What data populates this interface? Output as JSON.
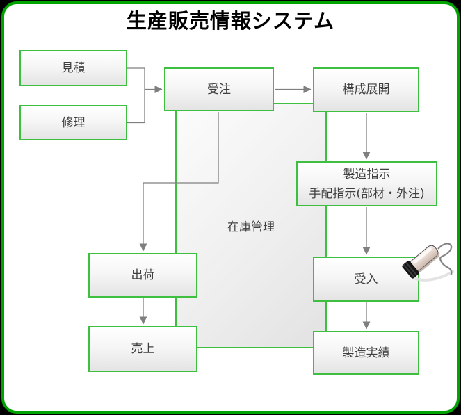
{
  "title": "生産販売情報システム",
  "nodes": {
    "mitsumori": {
      "label": "見積"
    },
    "shuri": {
      "label": "修理"
    },
    "juchu": {
      "label": "受注"
    },
    "kousei_tenkai": {
      "label": "構成展開"
    },
    "seizo_shiji": {
      "line1": "製造指示",
      "line2": "手配指示(部材・外注)"
    },
    "zaiko_kanri": {
      "label": "在庫管理"
    },
    "shukka": {
      "label": "出荷"
    },
    "ukeire": {
      "label": "受入"
    },
    "uriage": {
      "label": "売上"
    },
    "seizo_jisseki": {
      "label": "製造実績"
    }
  },
  "icons": {
    "scanner": "barcode-scanner-icon"
  },
  "colors": {
    "outer_background": "#000000",
    "page_background": "#ffffff",
    "frame_border": "#00a400",
    "node_border": "#3fbf3f",
    "connector": "#7f7f7f",
    "node_text": "#3f3f3f",
    "title_text": "#000000"
  }
}
